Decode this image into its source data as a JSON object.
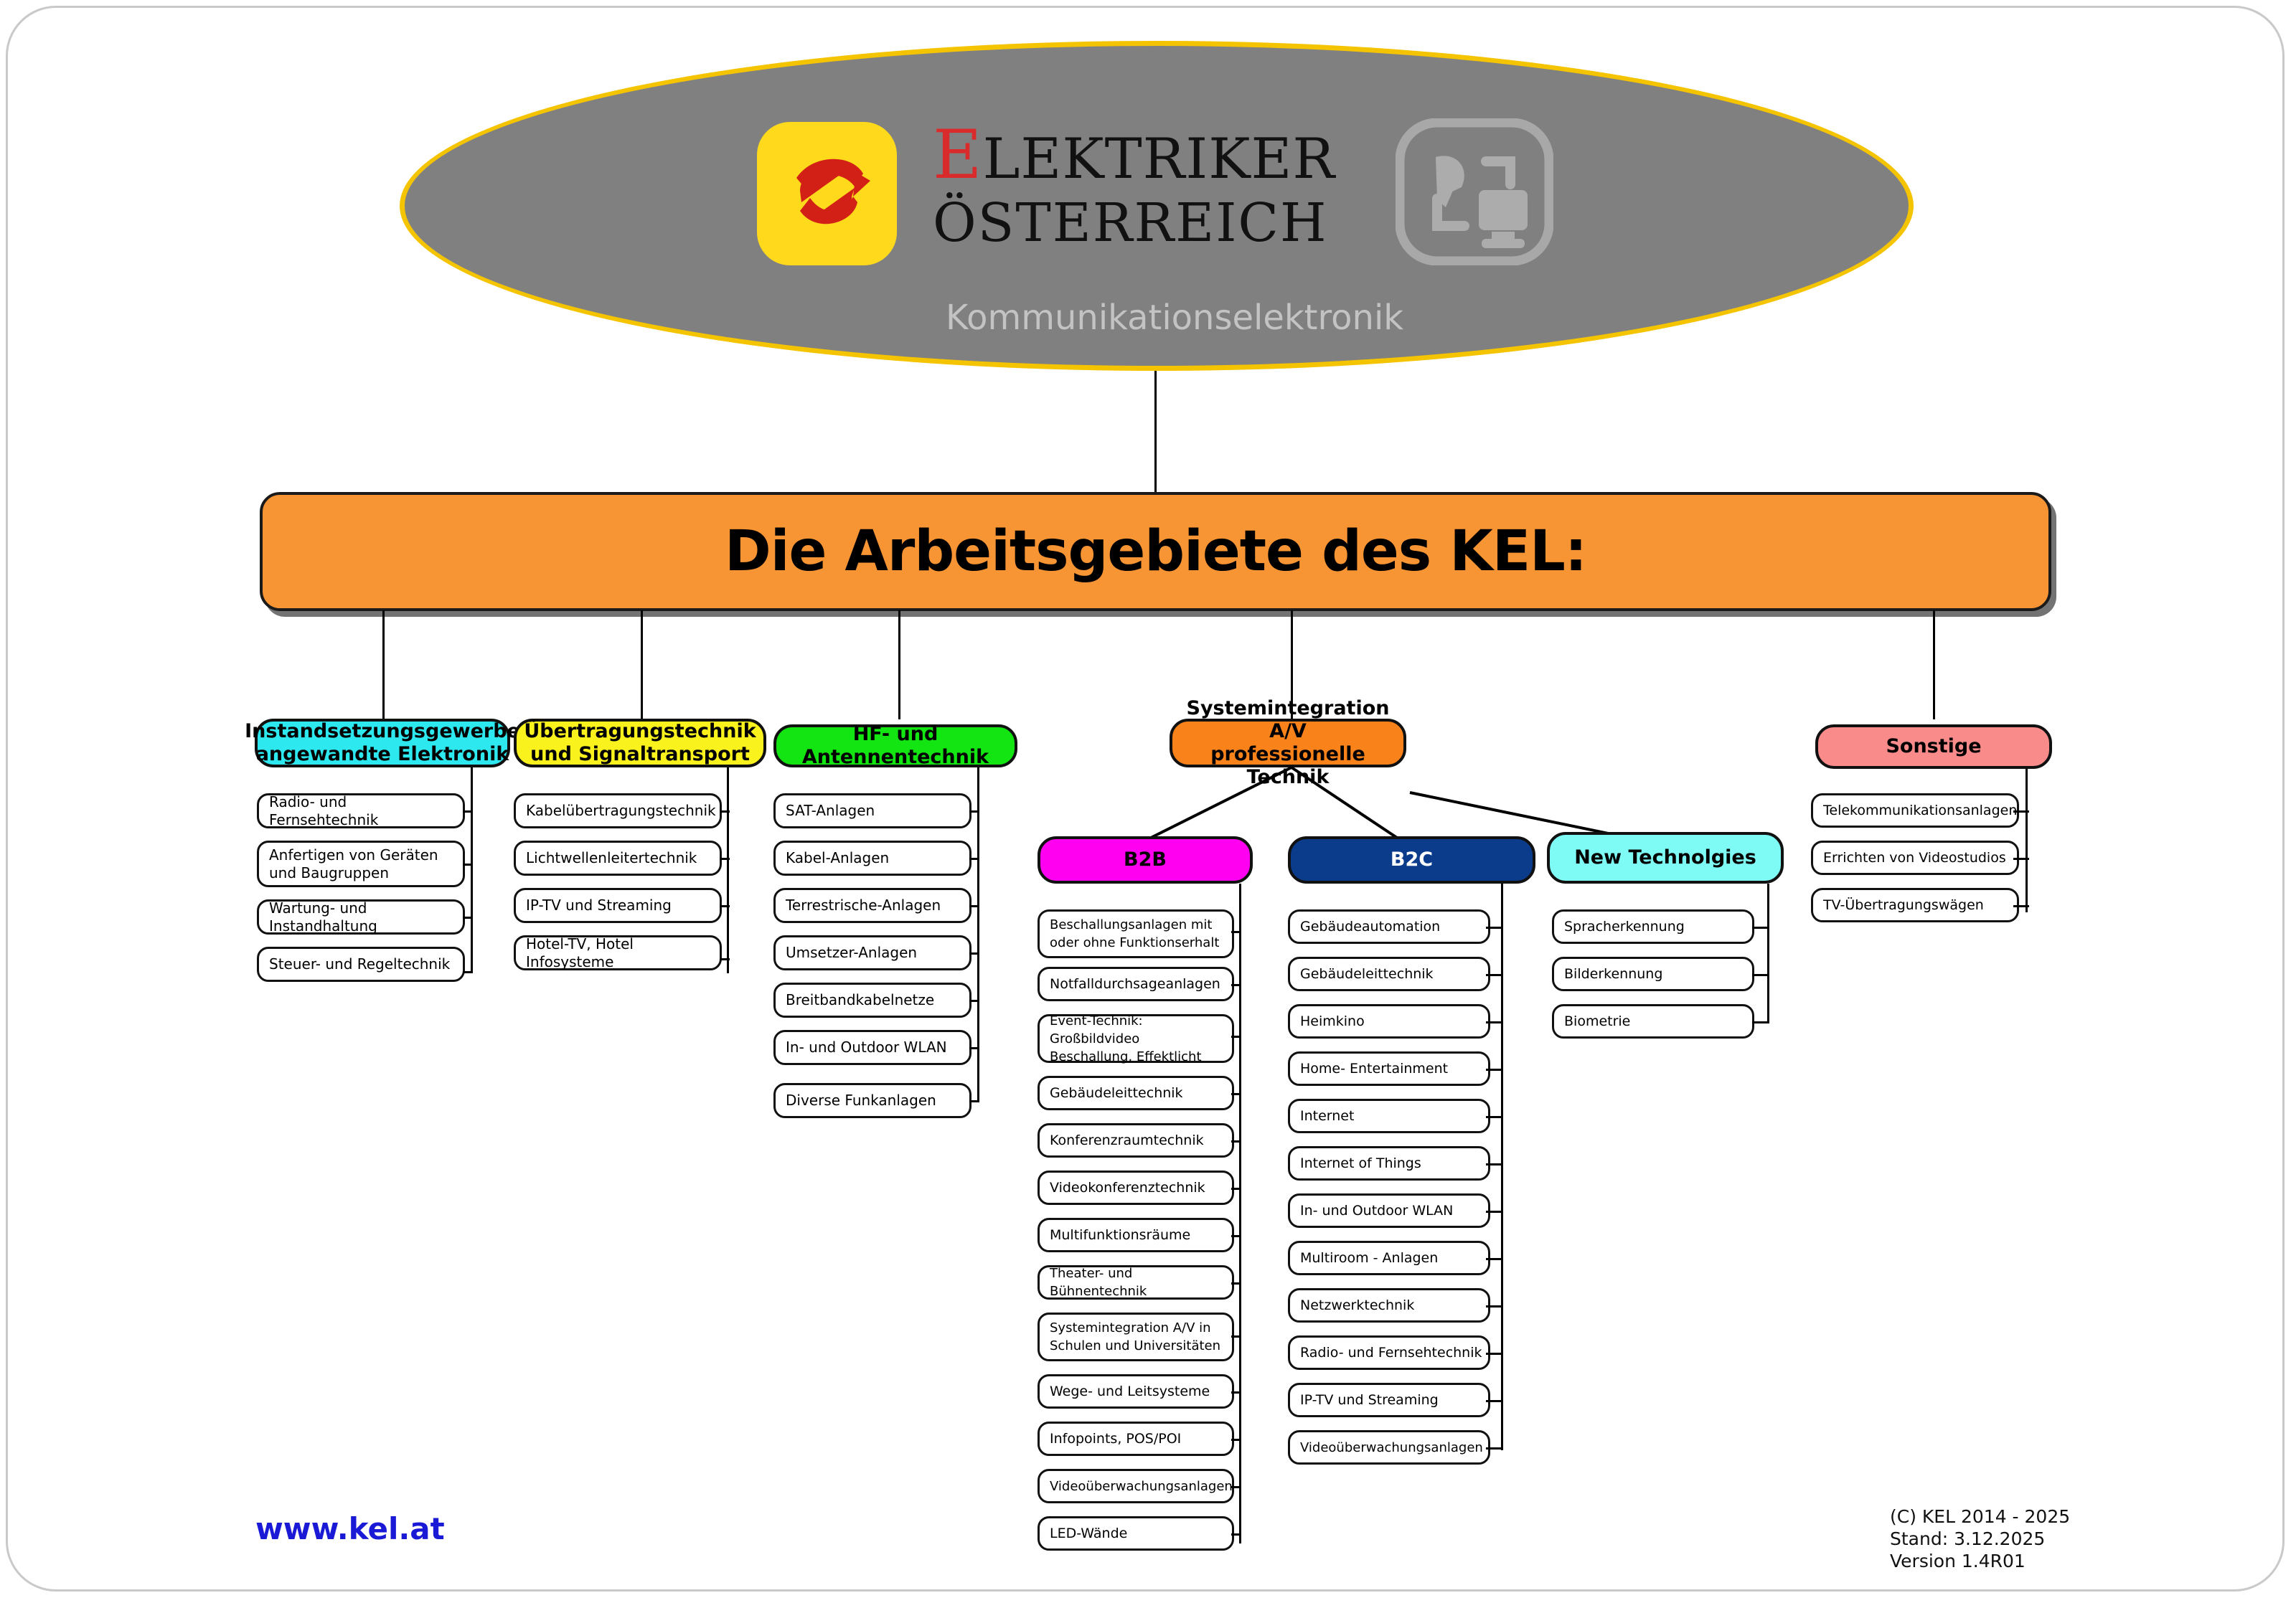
{
  "header": {
    "brand_line1": "LEKTRIKER",
    "brand_initial": "E",
    "brand_line2": "ÖSTERREICH",
    "brand_subtitle": "Kommunikationselektronik",
    "logo_icon": "kel-e-swoosh-logo",
    "right_icon": "satellite-dish-and-monitor-icon",
    "oval_fill": "#808080",
    "oval_stroke": "#f5c400",
    "logo_tile_fill": "#ffd91c",
    "initial_color": "#d92b2b"
  },
  "title": {
    "text": "Die Arbeitsgebiete des KEL:",
    "fill": "#f79433"
  },
  "categories": [
    {
      "id": "instandsetzung",
      "label": "Instandsetzungsgewerbe\nangewandte Elektronik",
      "line1": "Instandsetzungsgewerbe",
      "line2": "angewandte Elektronik",
      "color": "#2ee8ef",
      "items": [
        "Radio- und Fernsehtechnik",
        "Anfertigen von Geräten und Baugruppen",
        "Wartung- und Instandhaltung",
        "Steuer- und Regeltechnik"
      ]
    },
    {
      "id": "uebertragung",
      "label": "Übertragungstechnik\nund Signaltransport",
      "line1": "Übertragungstechnik",
      "line2": "und Signaltransport",
      "color": "#faf21c",
      "items": [
        "Kabelübertragungstechnik",
        "Lichtwellenleitertechnik",
        "IP-TV und Streaming",
        "Hotel-TV, Hotel Infosysteme"
      ]
    },
    {
      "id": "hf",
      "label": "HF- und Antennentechnik",
      "line1": "HF- und Antennentechnik",
      "line2": "",
      "color": "#12e512",
      "items": [
        "SAT-Anlagen",
        "Kabel-Anlagen",
        "Terrestrische-Anlagen",
        "Umsetzer-Anlagen",
        "Breitbandkabelnetze",
        "In- und Outdoor WLAN",
        "Diverse Funkanlagen"
      ]
    },
    {
      "id": "systemintegration",
      "label": "Systemintegration A/V\nprofessionelle Technik",
      "line1": "Systemintegration A/V",
      "line2": "professionelle Technik",
      "color": "#f9821a",
      "items": []
    },
    {
      "id": "sonstige",
      "label": "Sonstige",
      "line1": "Sonstige",
      "line2": "",
      "color": "#fa8b8b",
      "items": [
        "Telekommunikationsanlagen",
        "Errichten von Videostudios",
        "TV-Übertragungswägen"
      ]
    }
  ],
  "subgroups": [
    {
      "id": "b2b",
      "label": "B2B",
      "color": "#ff00f0",
      "text_color": "#000000",
      "items": [
        "Beschallungsanlagen mit oder ohne Funktionserhalt",
        "Notfalldurchsageanlagen",
        "Event-Technik: Großbildvideo Beschallung, Effektlicht",
        "Gebäudeleittechnik",
        "Konferenzraumtechnik",
        "Videokonferenztechnik",
        "Multifunktionsräume",
        "Theater- und Bühnentechnik",
        "Systemintegration A/V in Schulen und Universitäten",
        "Wege- und Leitsysteme",
        "Infopoints, POS/POI",
        "Videoüberwachungsanlagen",
        "LED-Wände"
      ]
    },
    {
      "id": "b2c",
      "label": "B2C",
      "color": "#0b3c8c",
      "text_color": "#ffffff",
      "items": [
        "Gebäudeautomation",
        "Gebäudeleittechnik",
        "Heimkino",
        "Home- Entertainment",
        "Internet",
        "Internet of Things",
        "In- und Outdoor WLAN",
        "Multiroom - Anlagen",
        "Netzwerktechnik",
        "Radio- und Fernsehtechnik",
        "IP-TV und Streaming",
        "Videoüberwachungsanlagen"
      ]
    },
    {
      "id": "newtech",
      "label": "New Technolgies",
      "color": "#7ffbf6",
      "text_color": "#000000",
      "items": [
        "Spracherkennung",
        "Bilderkennung",
        "Biometrie"
      ]
    }
  ],
  "footer": {
    "url": "www.kel.at",
    "copyright": "(C) KEL 2014 - 2025\nStand: 3.12.2025\nVersion 1.4R01"
  }
}
